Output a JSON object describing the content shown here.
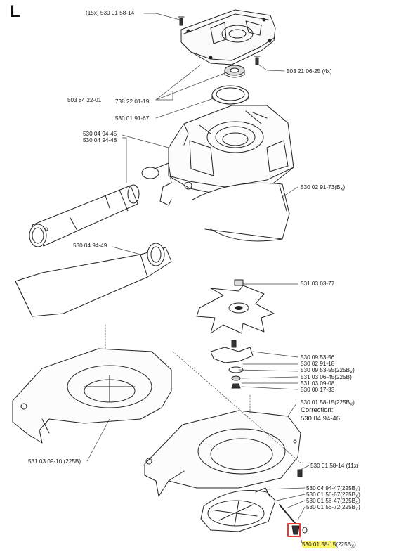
{
  "section_letter": "L",
  "highlight_color": "#fff36b",
  "marker_color": "#e53935",
  "labels": {
    "top_screws": "(15x) 530 01 58-14",
    "cover_screw": "503 21 06-25 (4x)",
    "part_503_84": "503 84 22-01",
    "bearing": "738 22 01-19",
    "ring_seal": "530 01 91-67",
    "tube_a": "530 04 94-45",
    "tube_b": "530 04 94-48",
    "nozzle": "530 04 94-49",
    "band_main": "530 02 91-73(B",
    "band_sub": "X",
    "band_end": ")",
    "nut_top": "531 03 03-77",
    "hub_1": "530 09 53-56",
    "hub_2": "530 02 91-18",
    "hub_3_main": "530 09 53-55(225B",
    "hub_3_sub": "X",
    "hub_3_end": ")",
    "hub_4": "531 03 06-45(225B)",
    "hub_5": "531 03 09-08",
    "hub_6": "530 00 17-33",
    "housing_main": "530 01 58-15(225B",
    "housing_sub": "X",
    "housing_end": ")",
    "correction": "Correction:",
    "correction_part": "530 04 94-46",
    "left_housing": "531 03 09-10 (225B)",
    "screws_11": "530 01 58-14 (11x)",
    "lower_1_main": "530 04 94-47(225B",
    "lower_1_sub": "X",
    "lower_1_end": ")",
    "lower_2_main": "530 01 56-67(225B",
    "lower_2_sub": "X",
    "lower_2_end": ")",
    "lower_3_main": "530 01 56-47(225B",
    "lower_3_sub": "X",
    "lower_3_end": ")",
    "lower_4_main": "530 01 56-72(225B",
    "lower_4_sub": "X",
    "lower_4_end": ")",
    "bottom_part": "530 01 58-15",
    "bottom_suffix": "(225B",
    "bottom_sub": "X",
    "bottom_end": ")"
  }
}
